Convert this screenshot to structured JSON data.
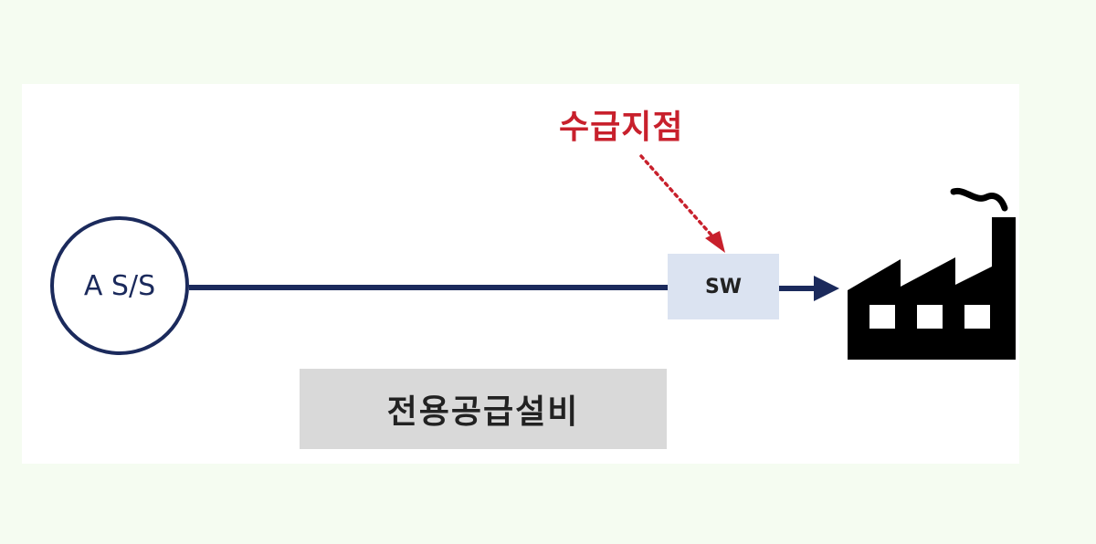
{
  "diagram": {
    "type": "single-line power supply diagram",
    "colors": {
      "background": "#f5fcf1",
      "panel": "#ffffff",
      "line": "#1b2a5c",
      "supply_point_label": "#c8202c",
      "switch_box": "#dbe3f1",
      "facility_box": "#d9d9d9",
      "factory_icon": "#000000"
    },
    "substation": {
      "label": "A S/S",
      "icon": "circle-node"
    },
    "switch": {
      "label": "SW"
    },
    "supply_point": {
      "label": "수급지점",
      "icon": "dotted-arrow-down"
    },
    "facility": {
      "label": "전용공급설비"
    },
    "customer": {
      "icon": "factory-icon"
    }
  }
}
